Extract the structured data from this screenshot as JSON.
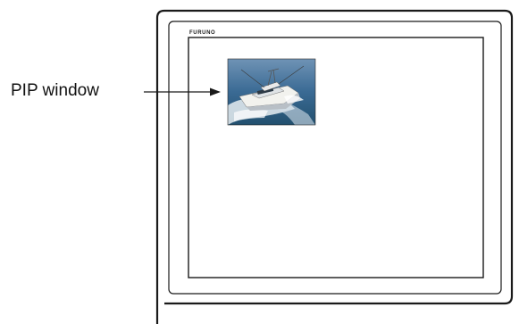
{
  "callout": {
    "label": "PIP window"
  },
  "monitor": {
    "brand": "FURUNO"
  },
  "pip": {
    "image_subject": "sport fishing yacht cruising at speed on blue sea"
  },
  "colors": {
    "line": "#1a1a1a",
    "sea": "#3a6a94",
    "sea_dark": "#24506f",
    "sky": "#7c9dbd",
    "hull": "#f2f2ee",
    "wake": "#e8eef2"
  }
}
